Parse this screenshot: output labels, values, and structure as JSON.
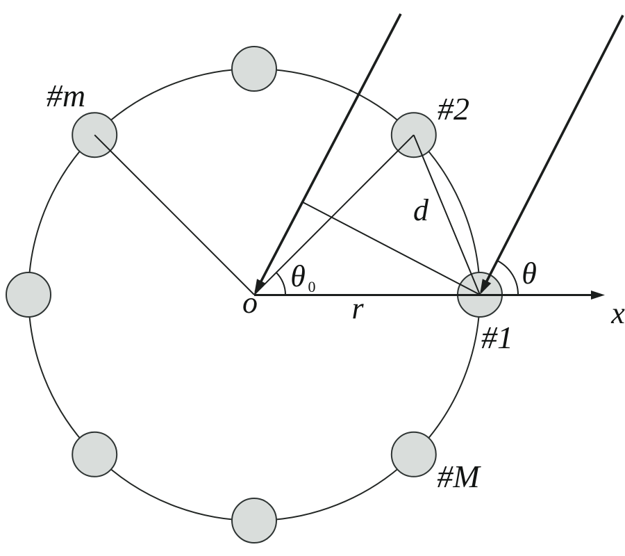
{
  "diagram": {
    "background": "#ffffff",
    "line_color": "#1c1f1e",
    "sensor": {
      "fill": "#d9dddb",
      "stroke": "#2e3433"
    },
    "array": {
      "sensor_count_drawn": 8,
      "sensor_angles_deg": [
        0,
        45,
        90,
        135,
        180,
        225,
        270,
        315
      ],
      "incident_ray_angle_deg": 62.9
    },
    "labels": {
      "element_1": "#1",
      "element_2": "#2",
      "element_m": "#m",
      "element_M": "#M",
      "origin": "o",
      "radius": "r",
      "x_axis": "x",
      "element_spacing": "d",
      "doa_angle": "θ",
      "theta0_base": "θ",
      "theta0_subscript": "0"
    }
  }
}
